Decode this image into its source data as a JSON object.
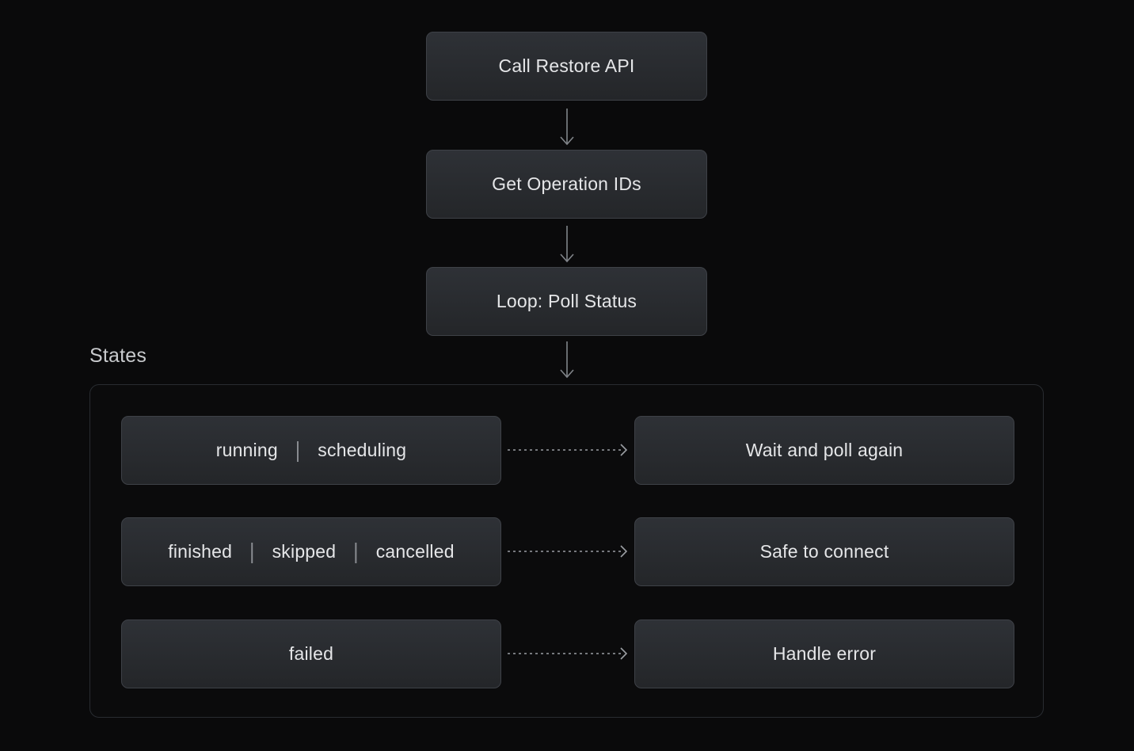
{
  "flow": {
    "nodes": [
      {
        "label": "Call Restore API"
      },
      {
        "label": "Get Operation IDs"
      },
      {
        "label": "Loop: Poll Status"
      }
    ]
  },
  "states_section": {
    "title": "States",
    "separator": "|",
    "rows": [
      {
        "states": [
          "running",
          "scheduling"
        ],
        "action": "Wait and poll again"
      },
      {
        "states": [
          "finished",
          "skipped",
          "cancelled"
        ],
        "action": "Safe to connect"
      },
      {
        "states": [
          "failed"
        ],
        "action": "Handle error"
      }
    ]
  },
  "icons": {
    "down_arrow": "arrow-down-icon",
    "dashed_right_arrow": "dashed-arrow-right-icon"
  },
  "colors": {
    "page_background": "#0a0a0b",
    "node_background_top": "#2e3136",
    "node_background_bottom": "#242629",
    "node_border": "#3e4147",
    "node_text": "#e5e6e8",
    "separator": "#8b8e93",
    "solid_arrow": "#808489",
    "dashed_arrow": "#9b9ea3",
    "section_border": "#292c31",
    "section_title": "#c8cacd"
  }
}
